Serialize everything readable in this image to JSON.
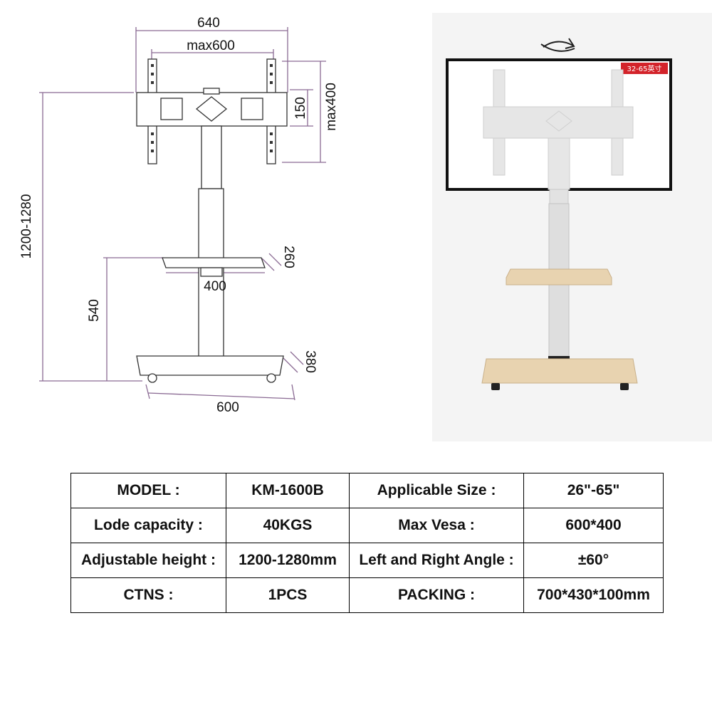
{
  "drawing": {
    "dim_total_width": "640",
    "dim_max_vesa_width": "max600",
    "dim_bracket_height": "150",
    "dim_max_vesa_height": "max400",
    "dim_total_height": "1200-1280",
    "dim_shelf_height": "540",
    "dim_shelf_depth": "260",
    "dim_shelf_width": "400",
    "dim_base_depth": "380",
    "dim_base_width": "600"
  },
  "photo": {
    "screen_size_tag": "32-65英寸",
    "rotate_icon": "rotate-arrow-icon"
  },
  "specs": {
    "rows": [
      [
        "MODEL :",
        "KM-1600B",
        "Applicable Size :",
        "26\"-65\""
      ],
      [
        "Lode capacity :",
        "40KGS",
        "Max Vesa :",
        "600*400"
      ],
      [
        "Adjustable height :",
        "1200-1280mm",
        "Left and Right Angle :",
        "±60°"
      ],
      [
        "CTNS :",
        "1PCS",
        "PACKING :",
        "700*430*100mm"
      ]
    ]
  },
  "colors": {
    "dimension_line": "#8a6a93",
    "wood": "#e8d3b0",
    "steel": "#dcdcdc",
    "tag_red": "#d3232a"
  }
}
